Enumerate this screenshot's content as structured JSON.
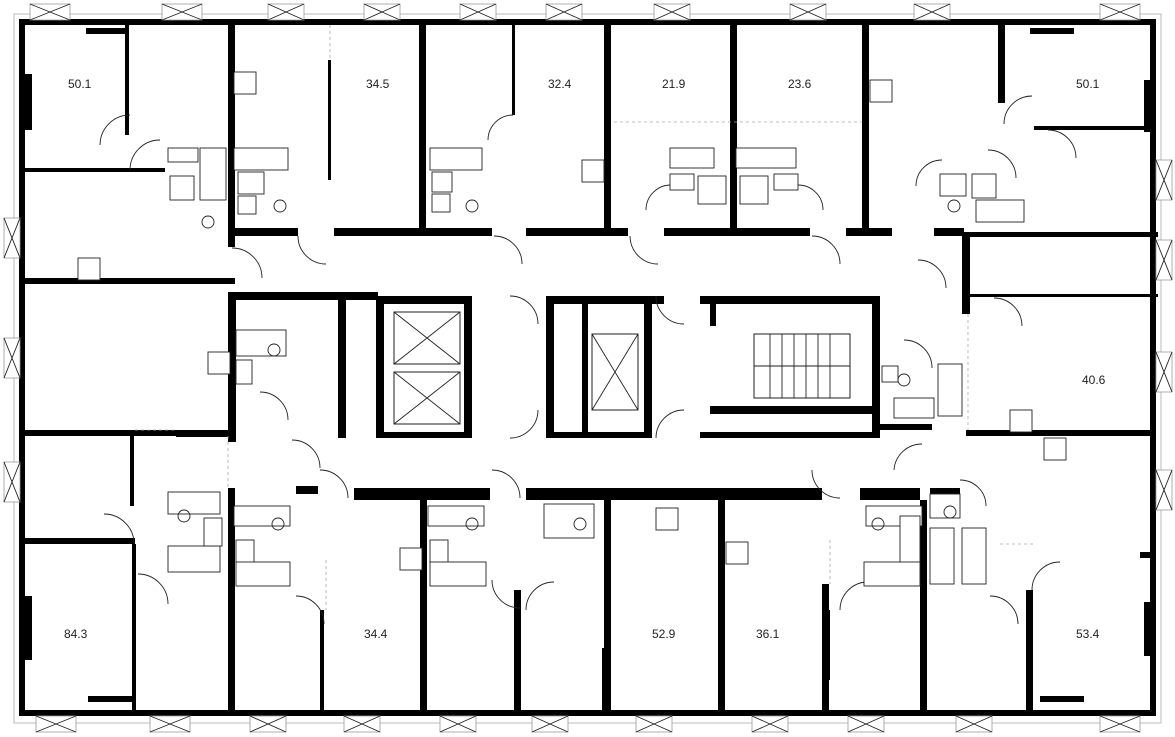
{
  "plan": {
    "apartments": [
      {
        "id": "apt-top-left",
        "area": "50.1"
      },
      {
        "id": "apt-top-2",
        "area": "34.5"
      },
      {
        "id": "apt-top-3",
        "area": "32.4"
      },
      {
        "id": "apt-top-4",
        "area": "21.9"
      },
      {
        "id": "apt-top-5",
        "area": "23.6"
      },
      {
        "id": "apt-top-right",
        "area": "50.1"
      },
      {
        "id": "apt-right-mid",
        "area": "40.6"
      },
      {
        "id": "apt-bottom-left",
        "area": "84.3"
      },
      {
        "id": "apt-bottom-2",
        "area": "34.4"
      },
      {
        "id": "apt-bottom-3",
        "area": "52.9"
      },
      {
        "id": "apt-bottom-4",
        "area": "36.1"
      },
      {
        "id": "apt-bottom-right",
        "area": "53.4"
      }
    ]
  }
}
